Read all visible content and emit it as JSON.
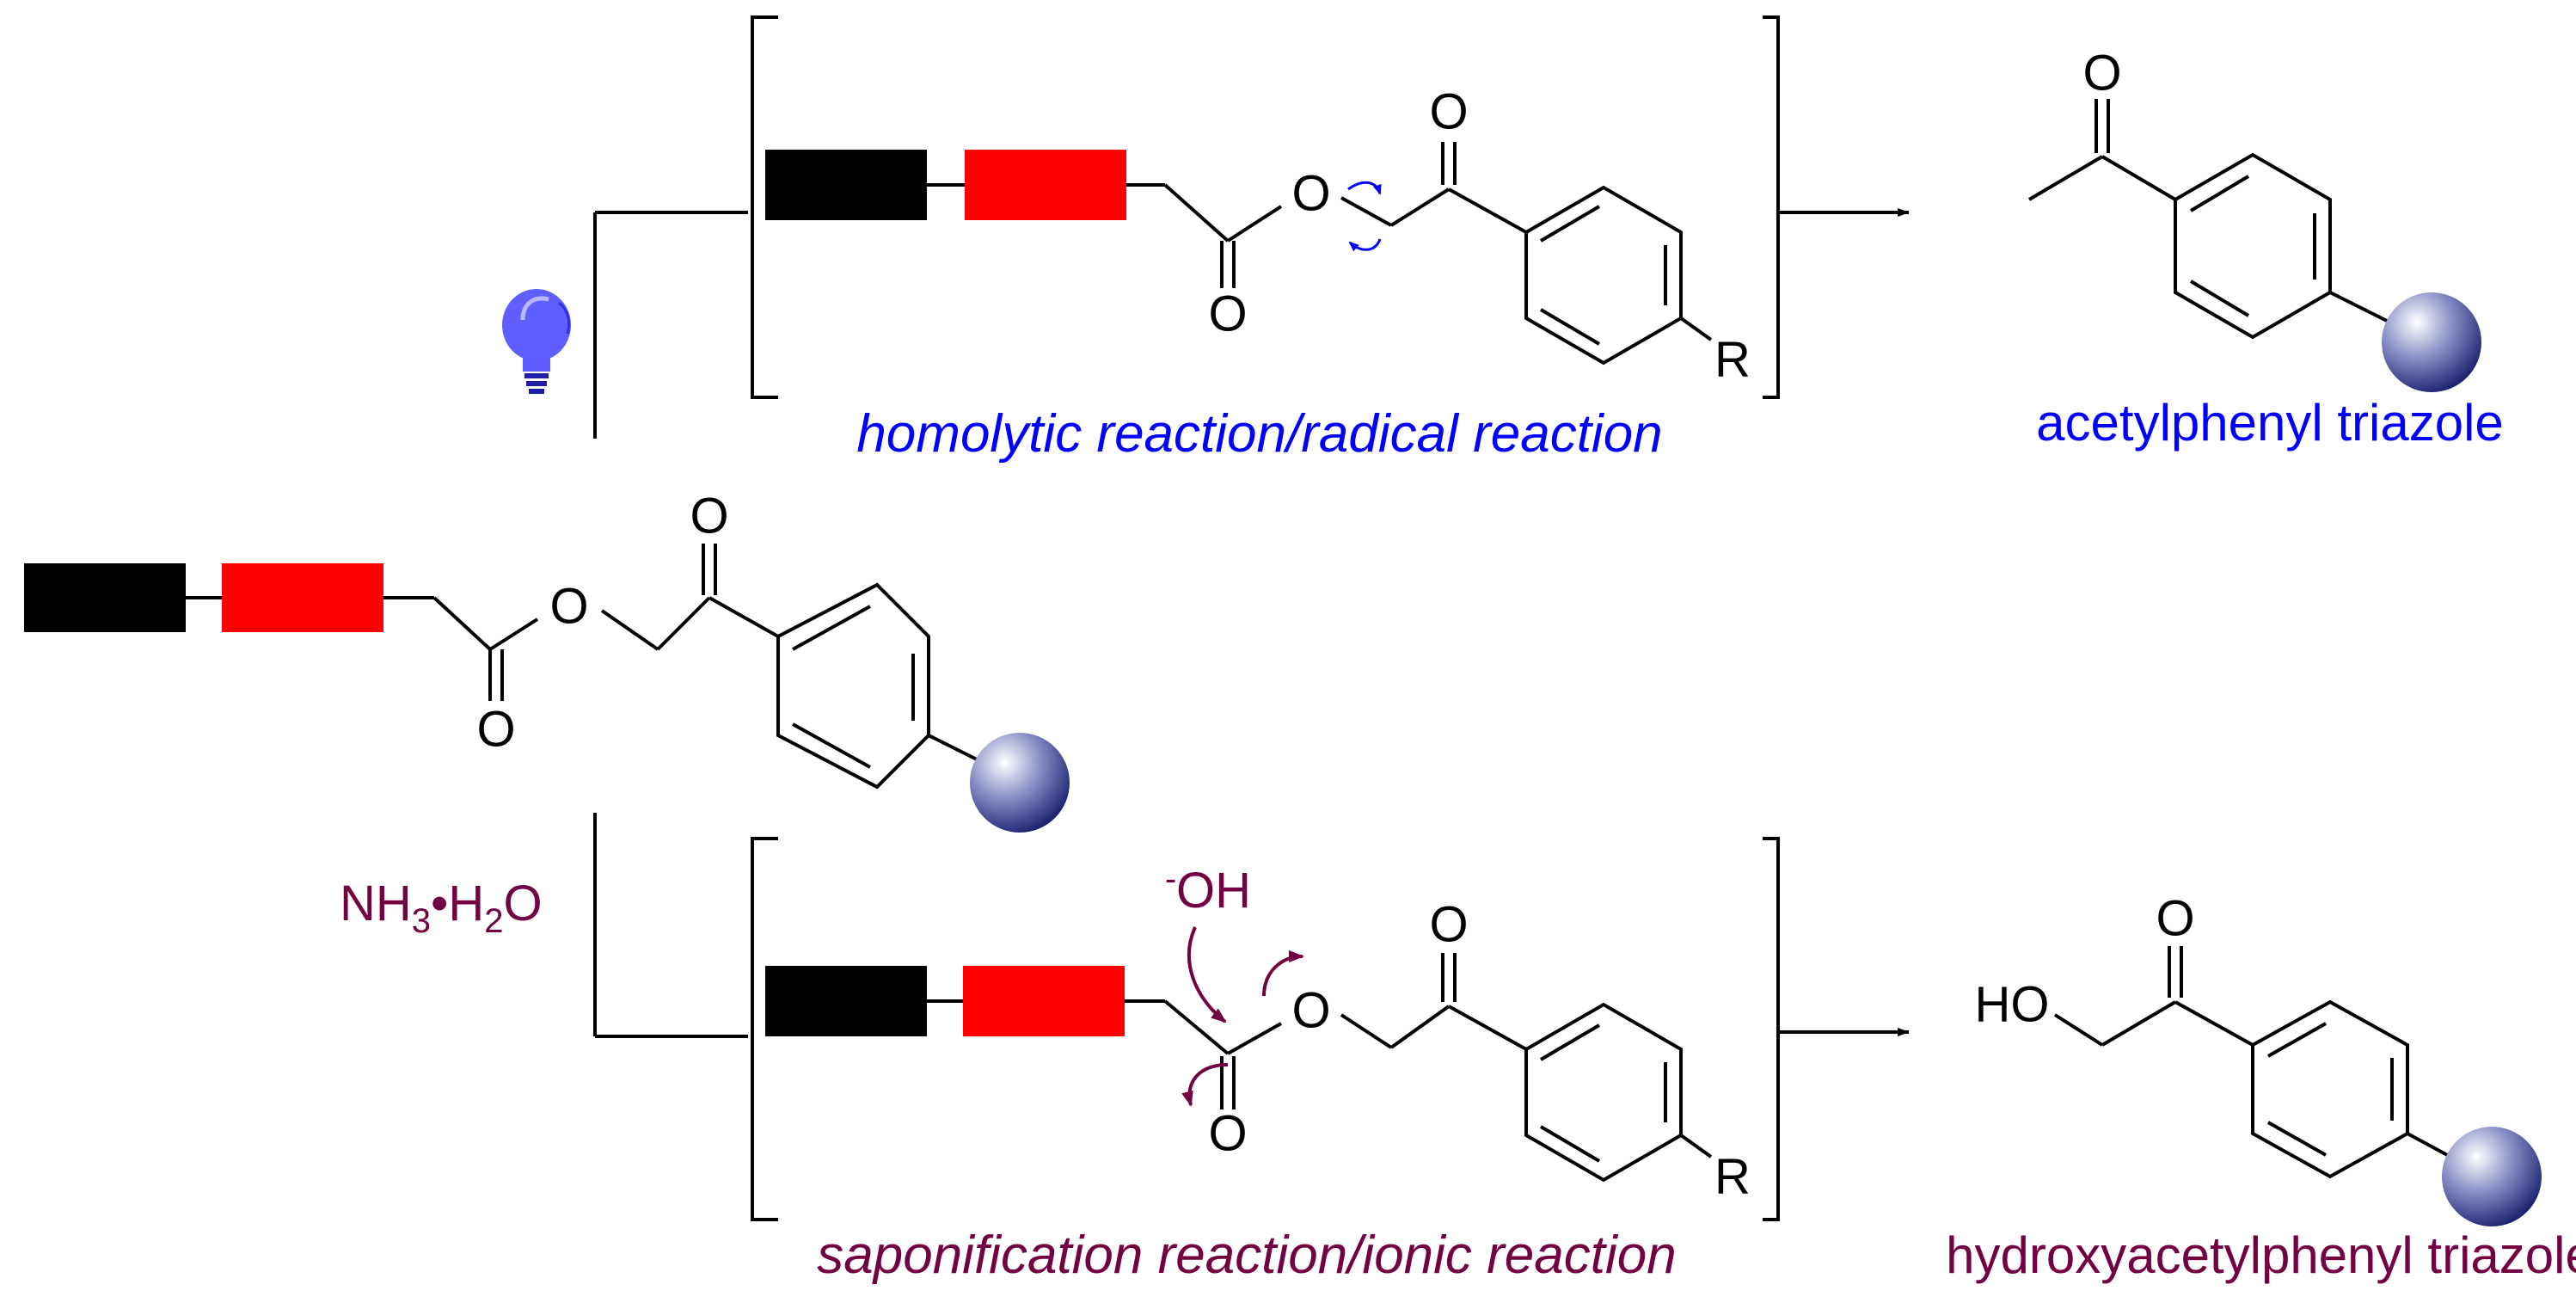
{
  "colors": {
    "ink": "#000000",
    "black_block": "#000000",
    "red_block": "#ff0000",
    "radical": "#0000ff",
    "ionic": "#730040",
    "bulb": "#5f5fff",
    "sphere_dark": "#1a1f6e",
    "sphere_light": "#ffffff"
  },
  "atoms": {
    "oxygen": "O",
    "r_group": "R",
    "hydroxyl": "HO",
    "hydroxide": "OH",
    "hydroxide_charge": "-"
  },
  "top_pathway": {
    "reagent_icon": "light-bulb-icon",
    "caption": "homolytic reaction/radical reaction",
    "product_label": "acetylphenyl triazole"
  },
  "bottom_pathway": {
    "reagent_nh3": "NH",
    "reagent_sub3": "3",
    "reagent_dot": "•H",
    "reagent_sub2": "2",
    "reagent_o": "O",
    "caption": "saponification reaction/ionic reaction",
    "product_label": "hydroxyacetylphenyl triazole"
  }
}
